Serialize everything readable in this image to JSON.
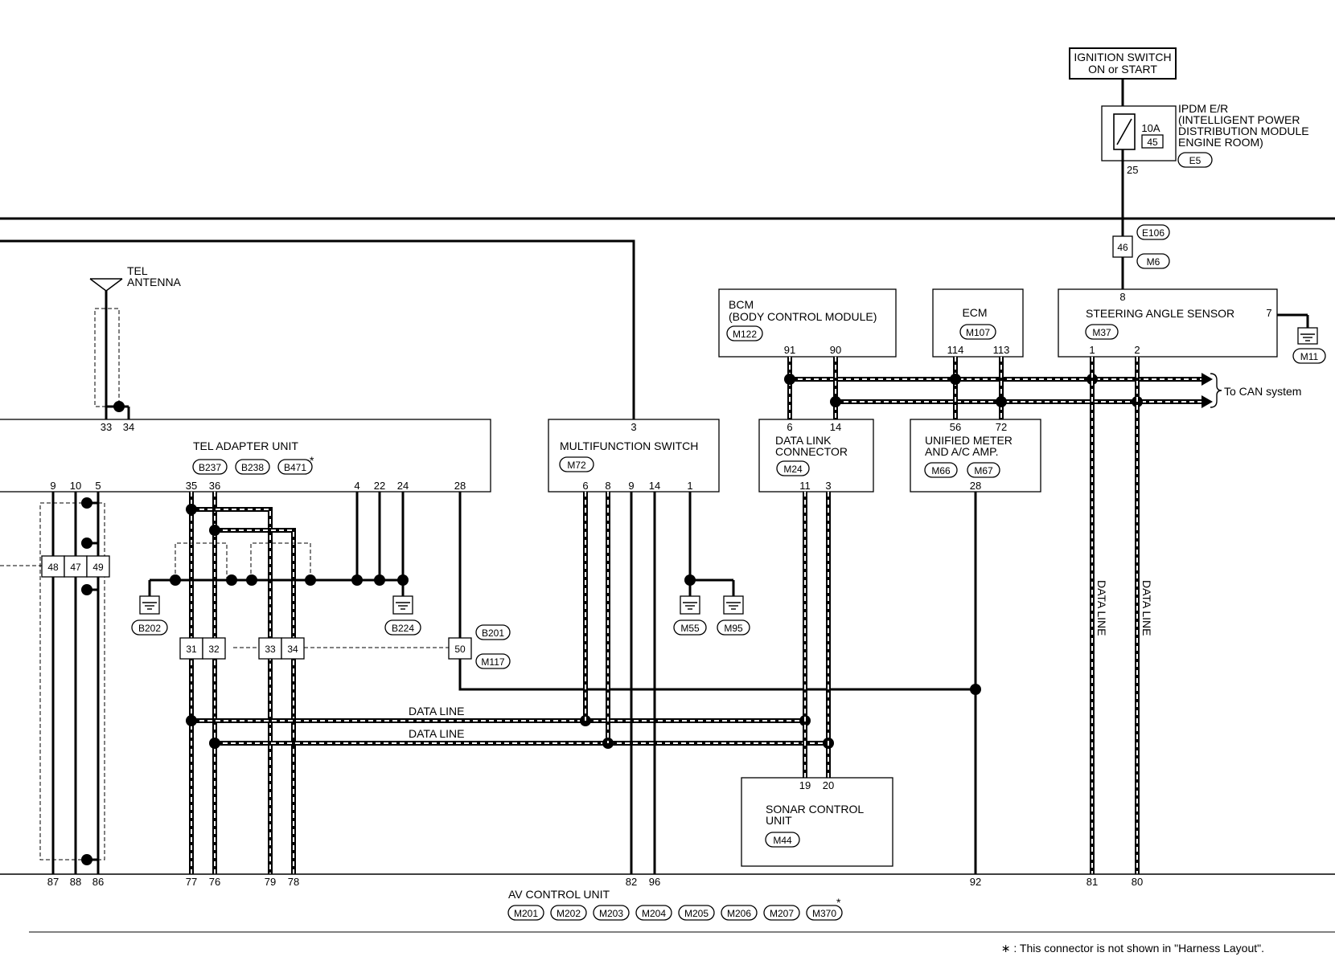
{
  "ignition": {
    "line1": "IGNITION SWITCH",
    "line2": "ON or START"
  },
  "ipdm": {
    "line1": "IPDM E/R",
    "line2": "(INTELLIGENT POWER",
    "line3": "DISTRIBUTION MODULE",
    "line4": "ENGINE ROOM)",
    "fuse_rating": "10A",
    "fuse_no": "45",
    "connector": "E5",
    "pin": "25"
  },
  "joint": {
    "pin": "46",
    "conn_top": "E106",
    "conn_bottom": "M6"
  },
  "bcm": {
    "line1": "BCM",
    "line2": "(BODY CONTROL MODULE)",
    "connector": "M122",
    "pin_a": "91",
    "pin_b": "90"
  },
  "ecm": {
    "title": "ECM",
    "connector": "M107",
    "pin_a": "114",
    "pin_b": "113"
  },
  "steering": {
    "title": "STEERING ANGLE SENSOR",
    "connector": "M37",
    "pin_power": "8",
    "pin_ground": "7",
    "pin_a": "1",
    "pin_b": "2",
    "ground_conn": "M11"
  },
  "can_label": "To CAN system",
  "tel_antenna": {
    "line1": "TEL",
    "line2": "ANTENNA"
  },
  "tel_unit": {
    "title": "TEL ADAPTER UNIT",
    "conn1": "B237",
    "conn2": "B238",
    "conn3": "B471",
    "pin_33": "33",
    "pin_34": "34",
    "pin_9": "9",
    "pin_10": "10",
    "pin_5": "5",
    "pin_35": "35",
    "pin_36": "36",
    "pin_4": "4",
    "pin_22": "22",
    "pin_24": "24",
    "pin_28": "28"
  },
  "multifunction": {
    "title": "MULTIFUNCTION SWITCH",
    "connector": "M72",
    "pin_3": "3",
    "pin_6": "6",
    "pin_8": "8",
    "pin_9": "9",
    "pin_14": "14",
    "pin_1": "1"
  },
  "dlc": {
    "line1": "DATA LINK",
    "line2": "CONNECTOR",
    "connector": "M24",
    "pin_6": "6",
    "pin_14": "14",
    "pin_11": "11",
    "pin_3": "3"
  },
  "meter": {
    "line1": "UNIFIED METER",
    "line2": "AND A/C AMP.",
    "conn1": "M66",
    "conn2": "M67",
    "pin_56": "56",
    "pin_72": "72",
    "pin_28": "28"
  },
  "sonar": {
    "line1": "SONAR CONTROL",
    "line2": "UNIT",
    "connector": "M44",
    "pin_19": "19",
    "pin_20": "20"
  },
  "grounds": {
    "b202": "B202",
    "b224": "B224",
    "m55": "M55",
    "m95": "M95"
  },
  "junctions": {
    "j48": "48",
    "j47": "47",
    "j49": "49",
    "j31": "31",
    "j32": "32",
    "j33": "33",
    "j34": "34",
    "j50": "50",
    "j50_top": "B201",
    "j50_bottom": "M117"
  },
  "data_line": "DATA LINE",
  "av_unit": {
    "title": "AV CONTROL UNIT",
    "pins": [
      "87",
      "88",
      "86",
      "77",
      "76",
      "79",
      "78",
      "82",
      "96",
      "92",
      "81",
      "80"
    ],
    "connectors": [
      "M201",
      "M202",
      "M203",
      "M204",
      "M205",
      "M206",
      "M207",
      "M370"
    ]
  },
  "asterisk": "*",
  "footnote": "∗ : This connector is not shown in \"Harness Layout\"."
}
